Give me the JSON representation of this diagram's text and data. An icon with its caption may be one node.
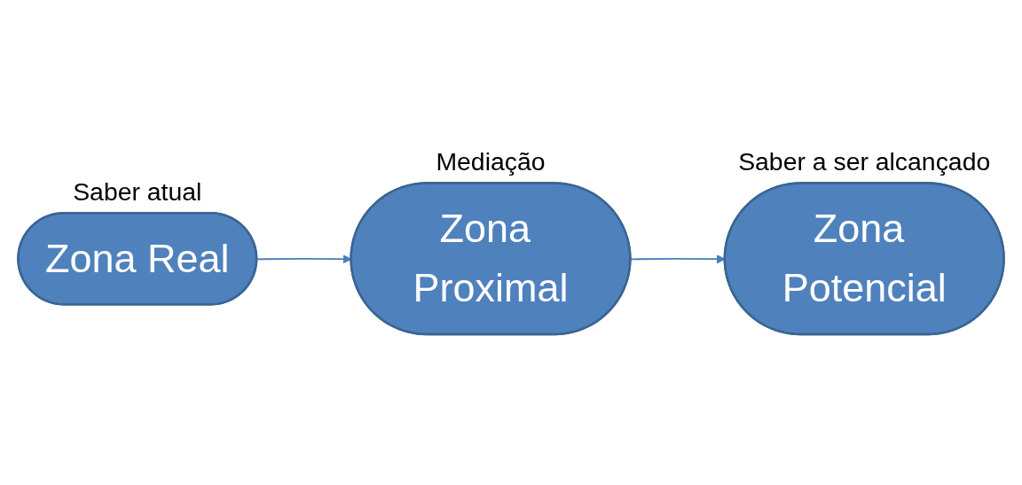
{
  "diagram": {
    "nodes": [
      {
        "text": [
          "Zona Real"
        ],
        "beside": [
          "Saber atual"
        ]
      },
      {
        "text": [
          "Zona Proximal"
        ],
        "beside": [
          "Mediação"
        ]
      },
      {
        "text": [
          "Zona Potencial"
        ],
        "beside": [
          "Saber a ser alcançado"
        ]
      }
    ],
    "edges": [
      {
        "from": 0,
        "to": 1,
        "arrow": "to"
      },
      {
        "from": 1,
        "to": 2,
        "arrow": "to"
      }
    ]
  }
}
